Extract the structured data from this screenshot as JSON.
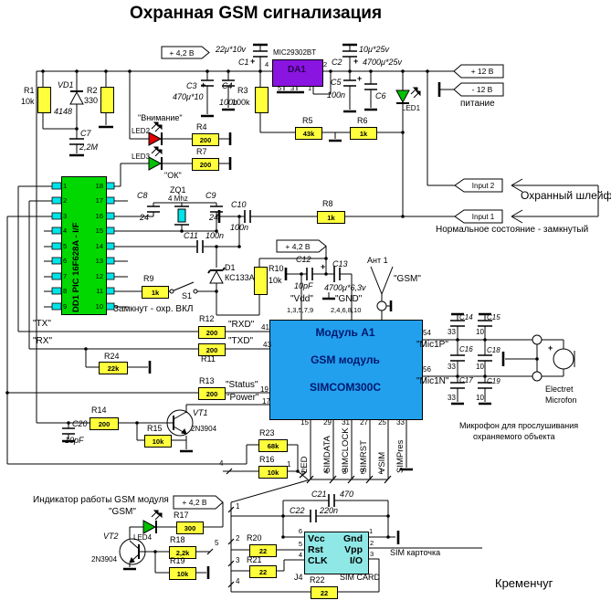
{
  "title": "Охранная GSM сигнализация",
  "colors": {
    "ic_green": "#00d800",
    "pin_cyan": "#00e4e8",
    "reg_purple": "#8a14e0",
    "module_blue": "#22a0ee",
    "sim_cyan": "#90e8e6",
    "res_yellow": "#ffff3c",
    "led_red": "#e00000",
    "led_green": "#00c000",
    "module_text": "#00186e",
    "wire": "#000000"
  },
  "plus": "+",
  "flags": {
    "v42": "+ 4,2 В",
    "p12": "+ 12 В",
    "m12": "- 12 В",
    "in2": "Input 2",
    "in1": "Input 1"
  },
  "r": {
    "R1": [
      "R1",
      "10k"
    ],
    "R2": [
      "R2",
      "330"
    ],
    "R3": [
      "R3",
      "100k"
    ],
    "R4": [
      "R4",
      "200"
    ],
    "R5": [
      "R5",
      "43k"
    ],
    "R6": [
      "R6",
      "1k"
    ],
    "R7": [
      "R7",
      "200"
    ],
    "R8": [
      "R8",
      "1k"
    ],
    "R9": [
      "R9",
      "1k"
    ],
    "R10": [
      "R10",
      "10k"
    ],
    "R11": [
      "R11",
      "200"
    ],
    "R12": [
      "R12",
      "200"
    ],
    "R13": [
      "R13",
      "200"
    ],
    "R14": [
      "R14",
      "200"
    ],
    "R15": [
      "R15",
      "10k"
    ],
    "R16": [
      "R16",
      "10k"
    ],
    "R17": [
      "R17",
      "300"
    ],
    "R18": [
      "R18",
      "2,2k"
    ],
    "R19": [
      "R19",
      "10k"
    ],
    "R20": [
      "R20",
      "22"
    ],
    "R21": [
      "R21",
      "22"
    ],
    "R22": [
      "R22",
      "22"
    ],
    "R23": [
      "R23",
      "68k"
    ],
    "R24": [
      "R24",
      "22k"
    ]
  },
  "c": {
    "C1": [
      "C1",
      "22μ*10v"
    ],
    "C2": [
      "C2",
      "10μ*25v"
    ],
    "C3": [
      "C3",
      "470μ*10"
    ],
    "C4": [
      "C4",
      "100n"
    ],
    "C5": [
      "C5",
      "100n"
    ],
    "C6": [
      "C6",
      "4700μ*25v"
    ],
    "C7": [
      "C7",
      "2,2M"
    ],
    "C8": [
      "C8",
      "24"
    ],
    "C9": [
      "C9",
      "24"
    ],
    "C10": [
      "C10",
      "100n"
    ],
    "C11": [
      "C11",
      "100n"
    ],
    "C12": [
      "C12",
      "10pF"
    ],
    "C13": [
      "C13",
      "4700μ*6,3v"
    ],
    "C14": [
      "C14",
      "33"
    ],
    "C15": [
      "C15",
      "10"
    ],
    "C16": [
      "C16",
      "33"
    ],
    "C17": [
      "C17",
      "33"
    ],
    "C18": [
      "C18",
      "10"
    ],
    "C19": [
      "C19",
      "10"
    ],
    "C20": [
      "C20",
      "10pF"
    ],
    "C21": [
      "C21",
      "470"
    ],
    "C22": [
      "C22",
      "220n"
    ]
  },
  "semi": {
    "VD1": [
      "VD1",
      "4148"
    ],
    "D1": [
      "D1",
      "КС133А"
    ],
    "VT1": [
      "VT1",
      "2N3904"
    ],
    "VT2": [
      "VT2",
      "2N3904"
    ],
    "ZQ1": [
      "ZQ1",
      "4 Mhz"
    ],
    "LED1": "LED1",
    "LED2": "LED2",
    "LED3": "LED3",
    "LED4": "LED4",
    "S1": "S1",
    "ANT": "Ант 1"
  },
  "da1": {
    "part": "MIC29302BT",
    "ref": "DA1",
    "pins": [
      "4",
      "2",
      "5",
      "3",
      "1"
    ]
  },
  "pic": {
    "label": "DD1 PIC 16F628A - I/F",
    "left": [
      "1",
      "2",
      "3",
      "4",
      "5",
      "6",
      "7",
      "8",
      "9"
    ],
    "right": [
      "18",
      "17",
      "16",
      "15",
      "14",
      "13",
      "12",
      "11",
      "10"
    ]
  },
  "module": {
    "name": "Модуль А1",
    "sub": "GSM модуль",
    "part": "SIMCOM300C",
    "vdd": "\"Vdd\"",
    "vdd_pins": "1,3,5,7,9",
    "gnd": "\"GND\"",
    "gnd_pins": "2,4,6,8,10",
    "rxd": "\"RXD\"",
    "txd": "\"TXD\"",
    "status": "\"Status\"",
    "power": "\"Power\"",
    "mic1p": "\"Mic1P\"",
    "mic1n": "\"Mic1N\"",
    "p41": "41",
    "p43": "43",
    "p19": "19",
    "p17": "17",
    "p54": "54",
    "p56": "56",
    "bottom": [
      [
        "15",
        "LED",
        "5"
      ],
      [
        "29",
        "SIMDATA",
        "4"
      ],
      [
        "31",
        "SIMCLOCK",
        "3"
      ],
      [
        "27",
        "SIMRST",
        "2"
      ],
      [
        "25",
        "VSIM",
        "1"
      ],
      [
        "33",
        "SIMPres",
        ""
      ]
    ]
  },
  "sim": {
    "ref": "J4",
    "name": "SIM CARD",
    "left": [
      [
        "6",
        "Vcc"
      ],
      [
        "5",
        "Rst"
      ],
      [
        "4",
        "CLK"
      ]
    ],
    "right": [
      [
        "1",
        "Gnd"
      ],
      [
        "2",
        "Vpp"
      ],
      [
        "3",
        "I/O"
      ]
    ],
    "note": "SIM карточка"
  },
  "bus": {
    "left": [
      "1",
      "2",
      "3",
      "4"
    ],
    "b5": "5",
    "b4": "4",
    "b1": "1"
  },
  "labels": {
    "pitanie": "питание",
    "shleif": "Охранный шлейф",
    "normal": "Нормальное состояние - замкнутый",
    "vnimanie": "\"Внимание\"",
    "ok": "\"ОК\"",
    "zamknut": "Замкнут - охр. ВКЛ",
    "tx": "\"TX\"",
    "rx": "\"RX\"",
    "gsm": "\"GSM\"",
    "indicator": "Индикатор работы GSM модуля",
    "mic_note1": "Микрофон для прослушивания",
    "mic_note2": "охраняемого объекта",
    "electret1": "Electret",
    "electret2": "Microfon",
    "city": "Кременчуг"
  }
}
